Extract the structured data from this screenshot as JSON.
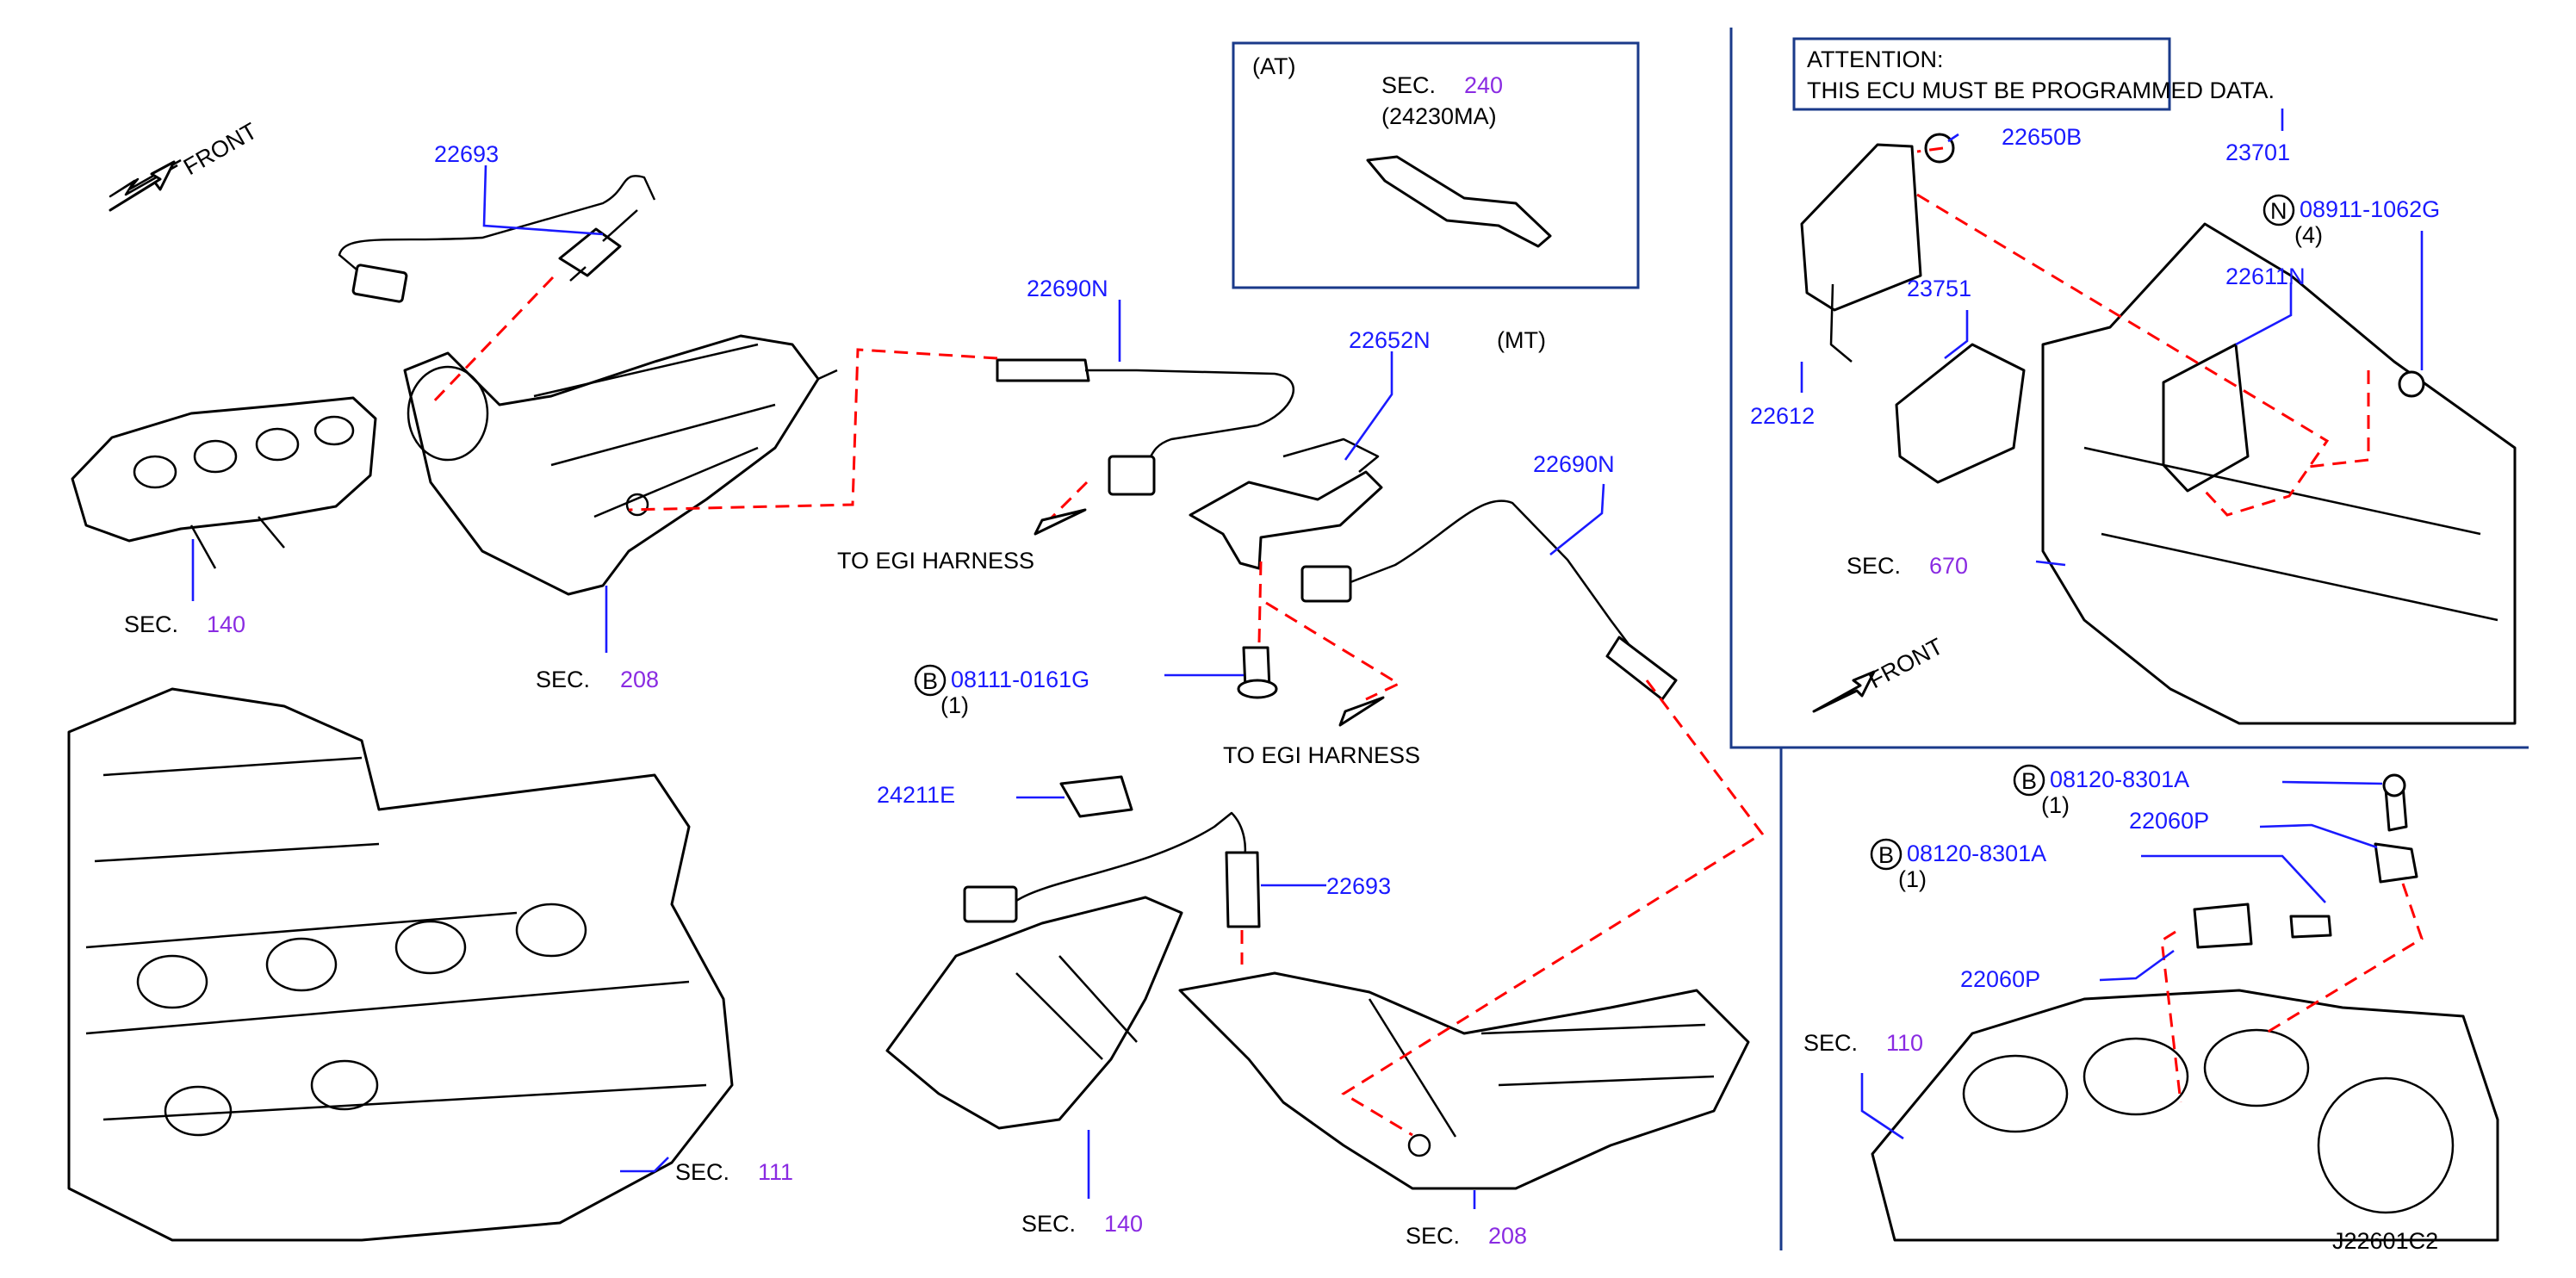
{
  "header_note": {
    "line1": "ATTENTION:",
    "line2": "THIS   ECU   MUST   BE   PROGRAMMED   DATA."
  },
  "inset_at": {
    "title": "(AT)",
    "sec_prefix": "SEC.",
    "sec_number": "240",
    "part": "(24230MA)"
  },
  "labels": {
    "front_left": "FRONT",
    "front_right": "FRONT",
    "mt": "(MT)",
    "to_egi_1": "TO   EGI   HARNESS",
    "to_egi_2": "TO   EGI   HARNESS",
    "drawing_id": "J22601C2"
  },
  "parts": {
    "p22693_top": "22693",
    "p22690N_top": "22690N",
    "p22652N": "22652N",
    "p22690N_right": "22690N",
    "p08111": "08111-0161G",
    "p08111_qty": "(1)",
    "p24211E": "24211E",
    "p22693_bottom": "22693",
    "p22650B": "22650B",
    "p23701": "23701",
    "p08911": "08911-1062G",
    "p08911_qty": "(4)",
    "p22611N": "22611N",
    "p23751": "23751",
    "p22612": "22612",
    "p08120_a": "08120-8301A",
    "p08120_a_qty": "(1)",
    "p22060P_a": "22060P",
    "p08120_b": "08120-8301A",
    "p08120_b_qty": "(1)",
    "p22060P_b": "22060P"
  },
  "prefixes": {
    "b1": "B",
    "b2": "B",
    "b3": "B",
    "n1": "N"
  },
  "sections": {
    "prefix": "SEC.",
    "s140_top": "140",
    "s208_top": "208",
    "s670": "670",
    "s111": "111",
    "s140_bottom": "140",
    "s208_bottom": "208",
    "s110": "110"
  },
  "colors": {
    "part_number": "#1a1aff",
    "section_number": "#8a2be2",
    "leader_dashed": "#ff0000",
    "frame": "#1a3a8a"
  }
}
